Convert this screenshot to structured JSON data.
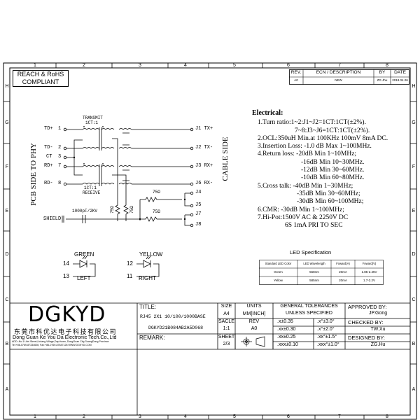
{
  "ruler": {
    "cols": [
      "1",
      "2",
      "3",
      "4",
      "5",
      "6",
      "7",
      "8"
    ],
    "rows": [
      "H",
      "G",
      "F",
      "E",
      "D",
      "C",
      "B",
      "A"
    ]
  },
  "reach_box": {
    "line1": "REACH & RoHS",
    "line2": "COMPLIANT"
  },
  "revision_table": {
    "headers": [
      "REV.",
      "ECN / DESCRIPTION",
      "BY",
      "DATE"
    ],
    "row": [
      "A0",
      "NEW",
      "ZG Jhu",
      "2018.04.26"
    ]
  },
  "schematic": {
    "transmit_label": "TRANSMIT",
    "transmit_ratio": "1CT:1",
    "receive_ratio": "1CT:1",
    "receive_label": "RECEIVE",
    "left_side_label": "PCB SIDE TO PHY",
    "right_side_label": "CABLE SIDE",
    "left_pins": [
      {
        "name": "TD+",
        "num": "1"
      },
      {
        "name": "TD-",
        "num": "2"
      },
      {
        "name": "CT",
        "num": "3"
      },
      {
        "name": "RD+",
        "num": "7"
      },
      {
        "name": "RD-",
        "num": "8"
      }
    ],
    "right_pins": [
      {
        "name": "J1",
        "signal": "TX+"
      },
      {
        "name": "J2",
        "signal": "TX-"
      },
      {
        "name": "J3",
        "signal": "RX+"
      },
      {
        "name": "J6",
        "signal": "RX-"
      },
      {
        "name": "J4",
        "signal": ""
      },
      {
        "name": "J5",
        "signal": ""
      },
      {
        "name": "J7",
        "signal": ""
      },
      {
        "name": "J8",
        "signal": ""
      }
    ],
    "res_a": "75Ω",
    "res_b": "75Ω",
    "res_v1": "75Ω",
    "res_v2": "75Ω",
    "cap_label": "1000pF/2KV",
    "shield_label": "SHIELD"
  },
  "electrical": {
    "title": "Electrical:",
    "lines": [
      "1.Turn ratio:1~2:J1~J2=1CT:1CT(±2%).",
      "7~8:J3~J6=1CT:1CT(±2%).",
      "2.OCL:350uH Min.at 100KHz 100mV 8mA DC.",
      "3.Insertion Loss: -1.0 dB Max 1~100MHz.",
      "4.Return loss: -20dB Min 1~10MHz;",
      "-16dB Min 10~30MHz.",
      "-12dB Min 30~60MHz.",
      "-10dB Min 60~80MHz.",
      "5.Cross talk: -40dB Min 1~30MHz;",
      "-35dB Min 30~60MHz;",
      "-30dB Min 60~100MHz;",
      "6.CMR: -30dB Min 1~100MHz;",
      "7.Hi-Pot:1500V AC & 2250V DC",
      "6S 1mA PRI TO SEC"
    ]
  },
  "leds": {
    "green": {
      "label": "GREEN",
      "pin_a": "14",
      "pin_b": "13",
      "side": "LEFT"
    },
    "yellow": {
      "label": "YELLOW",
      "pin_a": "12",
      "pin_b": "11",
      "side": "RIGHT"
    }
  },
  "led_spec": {
    "title": "LED Specification",
    "headers": [
      "Standard LED Color",
      "LED Wavelength",
      "Foward(A)",
      "Foward(V)"
    ],
    "rows": [
      [
        "Green",
        "568nm",
        "20mA",
        "1.85-2.45V"
      ],
      [
        "Yellow",
        "585nm",
        "20mA",
        "1.7-2.2V"
      ]
    ]
  },
  "title_block": {
    "logo": "DGKYD",
    "company_cn": "东莞市科优达电子科技有限公司",
    "company_en": "Dong Guan Ke You Da Electronic Tech.Co.,Ltd",
    "company_addr": "ADD:-No.1 Lifei Street,Linlang Village,Dapi town, DongGuan City,GuangDong Province",
    "company_tel": "Tel:+86-0769-87334606; Fax:+86-0769-87847128  WWW.DGKYD.COM",
    "title_label": "TITLE:",
    "title_value": "RJ45 2X1 10/100/1000BASE",
    "part_number": "DGKYD21B084AB2A5D068",
    "remark_label": "REMARK:",
    "size_label": "SIZE",
    "size_value": "A4",
    "units_label": "UNITS",
    "units_value": "MM[INCH]",
    "scale_label": "SACLE",
    "scale_value": "1:1",
    "rev_label": "REV",
    "rev_value": "A0",
    "sheet_label": "SHEET",
    "sheet_value": "2/3",
    "tol_title1": "GENERAL TOLERANCES",
    "tol_title2": "UNLESS SPECIFIED",
    "tol_rows": [
      [
        ".x±0.35",
        ".x°±3.0°"
      ],
      [
        ".xx±0.30",
        ".x°±2.0°"
      ],
      [
        ".xx±0.25",
        ".xx°±1.5°"
      ],
      [
        ".xxx±0.10",
        ".xxx°±1.0°"
      ]
    ],
    "approved_label": "APPROVED BY:",
    "approved_value": "JP.Gong",
    "checked_label": "CHECKED BY:",
    "checked_value": "TW.Xu",
    "designed_label": "DESIGNED BY:",
    "designed_value": "ZG.Hu"
  }
}
